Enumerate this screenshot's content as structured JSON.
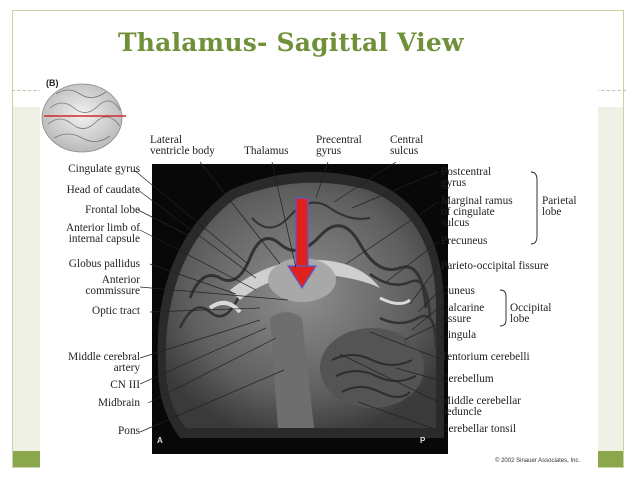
{
  "slide": {
    "title": "Thalamus- Sagittal View",
    "accent_color": "#70913a",
    "arrow_color": "#e0221e"
  },
  "figure": {
    "panel_label": "(B)",
    "left_labels": [
      {
        "id": "cingulate-gyrus",
        "text": "Cingulate gyrus"
      },
      {
        "id": "head-of-caudate",
        "text": "Head of caudate"
      },
      {
        "id": "frontal-lobe",
        "text": "Frontal lobe"
      },
      {
        "id": "anterior-limb-1",
        "text": "Anterior limb of"
      },
      {
        "id": "anterior-limb-2",
        "text": "internal capsule"
      },
      {
        "id": "globus-pallidus",
        "text": "Globus pallidus"
      },
      {
        "id": "anterior-commissure-1",
        "text": "Anterior"
      },
      {
        "id": "anterior-commissure-2",
        "text": "commissure"
      },
      {
        "id": "optic-tract",
        "text": "Optic tract"
      },
      {
        "id": "middle-cerebral-1",
        "text": "Middle cerebral"
      },
      {
        "id": "middle-cerebral-2",
        "text": "artery"
      },
      {
        "id": "cn-iii",
        "text": "CN III"
      },
      {
        "id": "midbrain",
        "text": "Midbrain"
      },
      {
        "id": "pons",
        "text": "Pons"
      }
    ],
    "top_labels": [
      {
        "id": "lateral-1",
        "text": "Lateral"
      },
      {
        "id": "lateral-2",
        "text": "ventricle body"
      },
      {
        "id": "thalamus",
        "text": "Thalamus"
      },
      {
        "id": "precentral-1",
        "text": "Precentral"
      },
      {
        "id": "precentral-2",
        "text": "gyrus"
      },
      {
        "id": "central-1",
        "text": "Central"
      },
      {
        "id": "central-2",
        "text": "sulcus"
      }
    ],
    "right_labels": [
      {
        "id": "postcentral-1",
        "text": "Postcentral"
      },
      {
        "id": "postcentral-2",
        "text": "gyrus"
      },
      {
        "id": "marginal-1",
        "text": "Marginal ramus"
      },
      {
        "id": "marginal-2",
        "text": "of cingulate"
      },
      {
        "id": "marginal-3",
        "text": "sulcus"
      },
      {
        "id": "precuneus",
        "text": "Precuneus"
      },
      {
        "id": "parieto-occipital",
        "text": "Parieto-occipital fissure"
      },
      {
        "id": "cuneus",
        "text": "Cuneus"
      },
      {
        "id": "calcarine-1",
        "text": "Calcarine"
      },
      {
        "id": "calcarine-2",
        "text": "fissure"
      },
      {
        "id": "lingula",
        "text": "Lingula"
      },
      {
        "id": "tentorium",
        "text": "Tentorium cerebelli"
      },
      {
        "id": "cerebellum",
        "text": "Cerebellum"
      },
      {
        "id": "mcp-1",
        "text": "Middle cerebellar"
      },
      {
        "id": "mcp-2",
        "text": "peduncle"
      },
      {
        "id": "tonsil",
        "text": "Cerebellar tonsil"
      }
    ],
    "group_labels": {
      "parietal_1": "Parietal",
      "parietal_2": "lobe",
      "occipital_1": "Occipital",
      "occipital_2": "lobe"
    },
    "mri_letters": {
      "anterior": "A",
      "posterior": "P"
    },
    "copyright": "© 2002 Sinauer Associates, Inc."
  }
}
